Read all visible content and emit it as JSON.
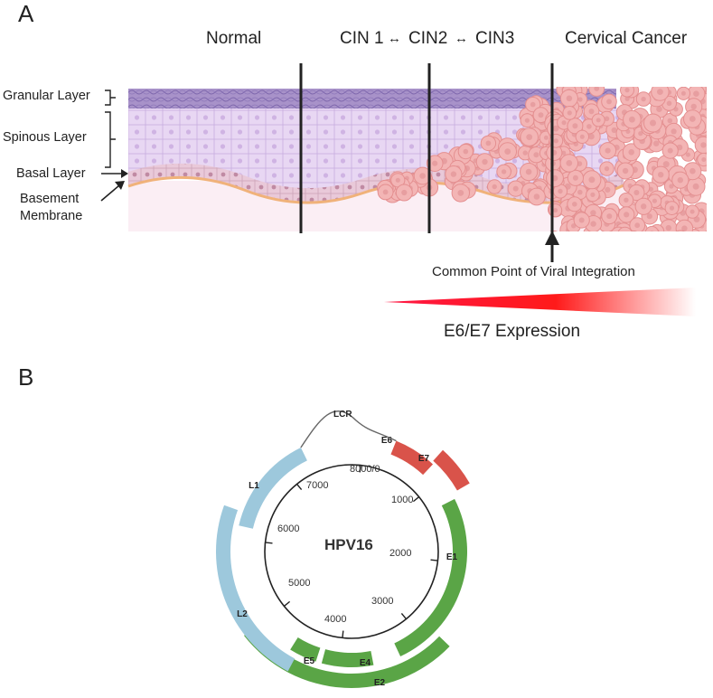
{
  "panel_a": {
    "label": "A",
    "stages": {
      "normal": "Normal",
      "cin1": "CIN 1",
      "cin2": "CIN2",
      "cin3": "CIN3",
      "cancer": "Cervical Cancer",
      "arrow_glyph": "↔"
    },
    "layers": {
      "granular": "Granular Layer",
      "spinous": "Spinous Layer",
      "basal": "Basal Layer",
      "basement_line1": "Basement",
      "basement_line2": "Membrane"
    },
    "integration_label": "Common Point of Viral Integration",
    "expression_label": "E6/E7 Expression",
    "colors": {
      "granular": "#a892c9",
      "spinous": "#e8d7f3",
      "basal": "#e9c9d9",
      "stroma": "#fbeef4",
      "basement": "#f0b27a",
      "tumor": "#f3b5b5",
      "tumor_edge": "#e48f90",
      "gradient": "#ff1744"
    }
  },
  "panel_b": {
    "label": "B",
    "genome_name": "HPV16",
    "lcr_label": "LCR",
    "ticks": [
      "8000/0",
      "1000",
      "2000",
      "3000",
      "4000",
      "5000",
      "6000",
      "7000"
    ],
    "genes": [
      {
        "name": "E6",
        "group": "early-onco"
      },
      {
        "name": "E7",
        "group": "early-onco"
      },
      {
        "name": "E1",
        "group": "early"
      },
      {
        "name": "E2",
        "group": "early"
      },
      {
        "name": "E4",
        "group": "early"
      },
      {
        "name": "E5",
        "group": "early"
      },
      {
        "name": "L2",
        "group": "late"
      },
      {
        "name": "L1",
        "group": "late"
      }
    ],
    "colors": {
      "early-onco": "#d9534a",
      "early": "#5aa546",
      "late": "#9dc8dc"
    }
  }
}
